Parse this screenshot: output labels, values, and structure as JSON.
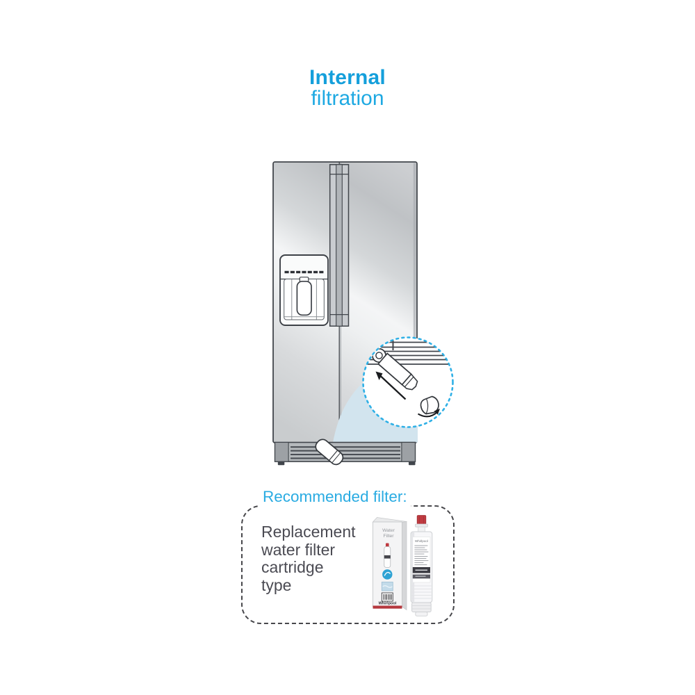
{
  "title": {
    "line1": "Internal",
    "line2": "filtration"
  },
  "recommended": {
    "label": "Recommended filter:"
  },
  "filter_box": {
    "description": "Replacement\nwater filter\ncartridge\ntype"
  },
  "product": {
    "package_label_line1": "Water",
    "package_label_line2": "Filter",
    "brand": "Whirlpool"
  },
  "icons": {
    "dispenser": "ice-water-dispenser",
    "callout_circle": "dashed-magnifier-circle",
    "insert_arrow": "straight-insertion-arrow",
    "rotate_arrow": "curved-rotation-arrow",
    "filter_cartridge": "water-filter-cartridge"
  },
  "colors": {
    "accent_cyan": "#1ea9e2",
    "callout_dash_cyan": "#2fb0e6",
    "beam_blue": "#d2e4ee",
    "text_dark": "#4b4b53",
    "box_border_gray": "#47474b",
    "brand_red": "#b5383e",
    "steel_light": "#f4f5f6",
    "steel_dark": "#bfc2c5"
  }
}
